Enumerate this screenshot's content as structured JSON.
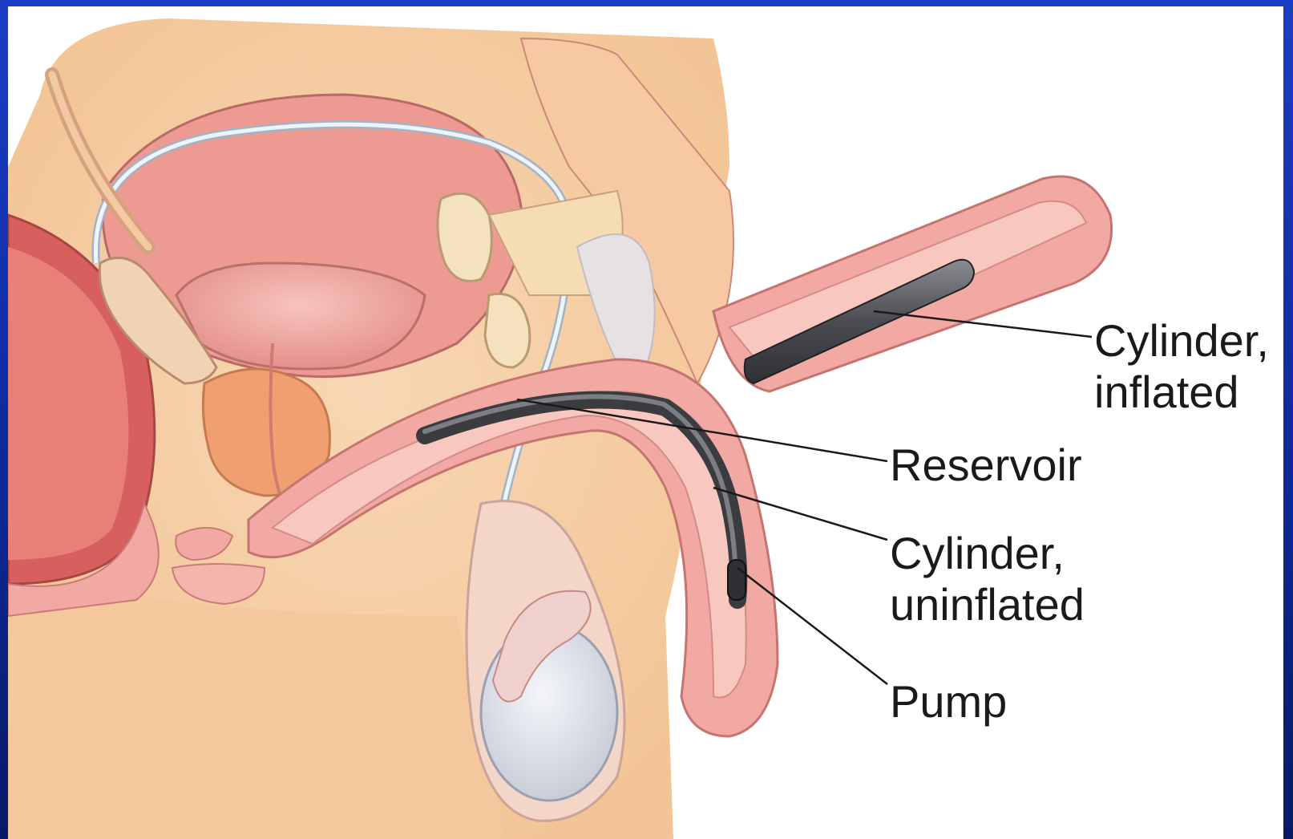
{
  "labels": {
    "cylinder_inflated": [
      "Cylinder,",
      "inflated"
    ],
    "reservoir": "Reservoir",
    "cylinder_uninflated": [
      "Cylinder,",
      "uninflated"
    ],
    "pump": "Pump"
  },
  "colors": {
    "frame": "#1b3fc4",
    "skin": "#f6cfa6",
    "tissue": "#f2a9a4",
    "muscle": "#e98a8a",
    "prostate": "#f0a070",
    "implant": "#55575c",
    "tubing": "#dfe8ef",
    "testis": "#dde1ea"
  }
}
